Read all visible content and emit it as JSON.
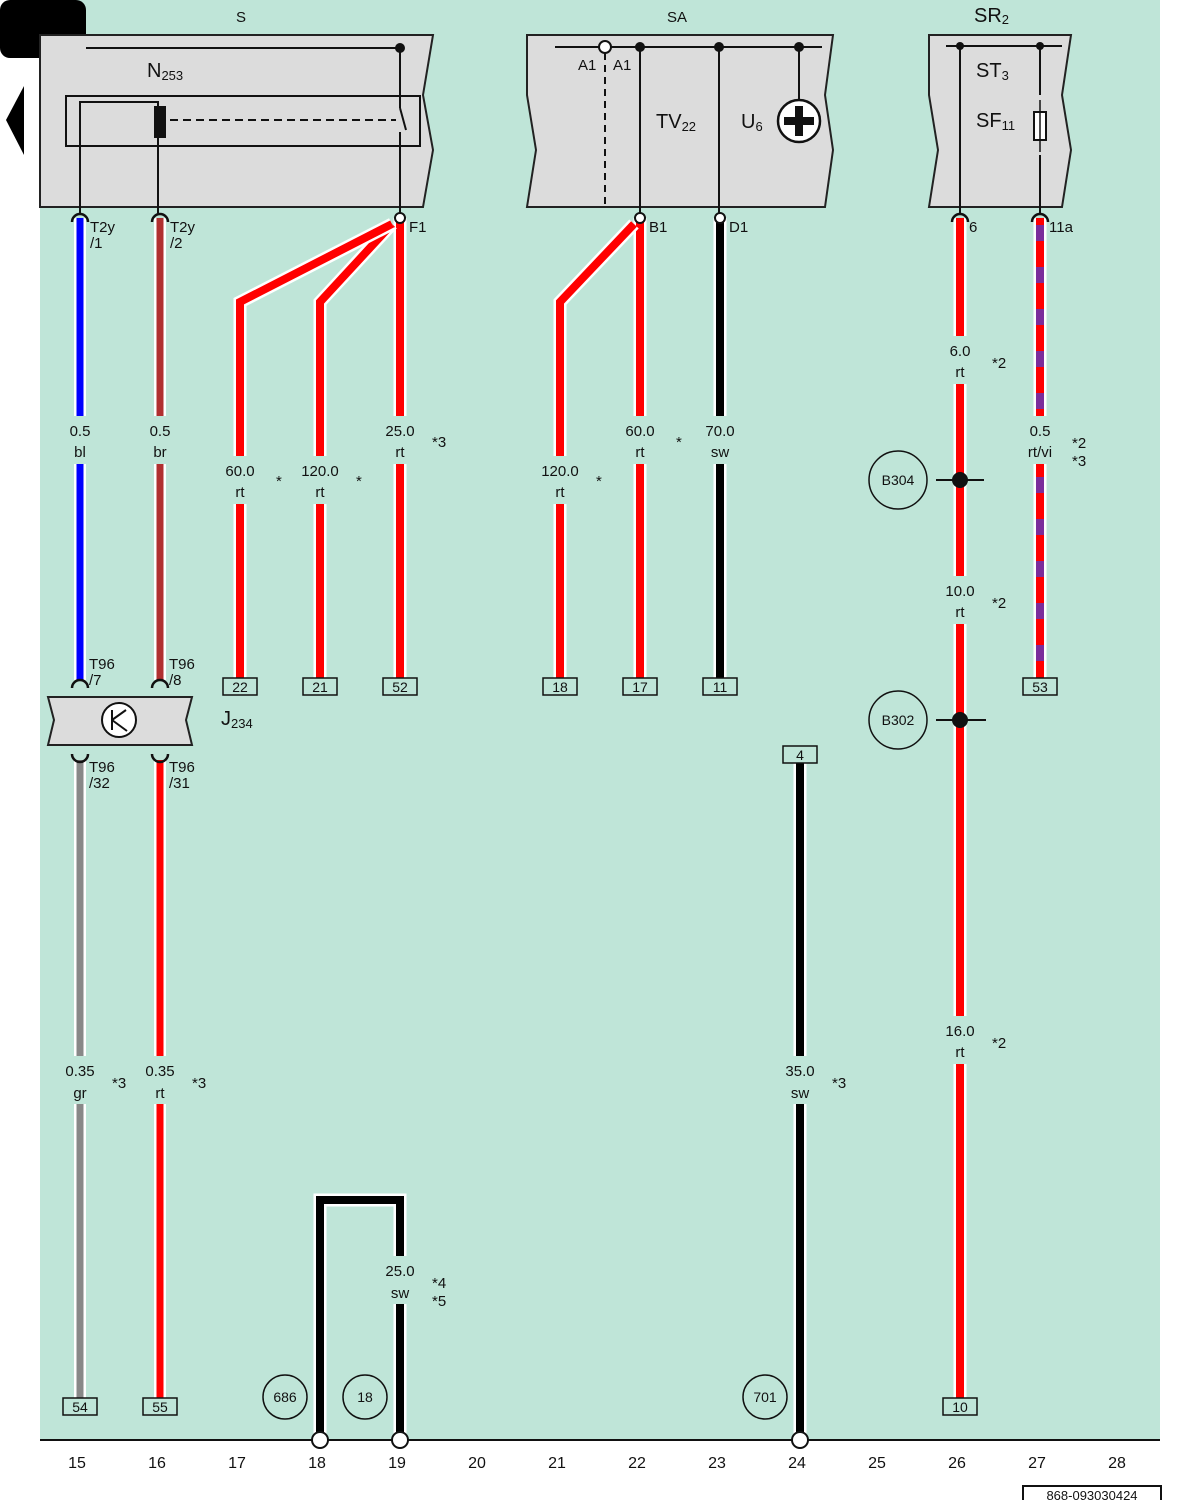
{
  "boxes": {
    "s": {
      "title": "S"
    },
    "sa": {
      "title": "SA"
    },
    "sr2": {
      "title": "SR",
      "title_sub": "2"
    }
  },
  "components": {
    "n253": {
      "main": "N",
      "sub": "253"
    },
    "tv22": {
      "main": "TV",
      "sub": "22"
    },
    "u6": {
      "main": "U",
      "sub": "6"
    },
    "st3": {
      "main": "ST",
      "sub": "3"
    },
    "sf11": {
      "main": "SF",
      "sub": "11"
    },
    "j234": {
      "main": "J",
      "sub": "234"
    },
    "a1_left": "A1",
    "a1_right": "A1"
  },
  "pins": {
    "t2y1": {
      "a": "T2y",
      "b": "/1"
    },
    "t2y2": {
      "a": "T2y",
      "b": "/2"
    },
    "f1": "F1",
    "b1": "B1",
    "d1": "D1",
    "p6": "6",
    "p11a": "11a",
    "t96_7": {
      "a": "T96",
      "b": "/7"
    },
    "t96_8": {
      "a": "T96",
      "b": "/8"
    },
    "t96_32": {
      "a": "T96",
      "b": "/32"
    },
    "t96_31": {
      "a": "T96",
      "b": "/31"
    }
  },
  "wires": {
    "w15a": {
      "size": "0.5",
      "color": "bl"
    },
    "w16a": {
      "size": "0.5",
      "color": "br"
    },
    "w17": {
      "size": "60.0",
      "color": "rt",
      "note": "*"
    },
    "w18": {
      "size": "120.0",
      "color": "rt",
      "note": "*"
    },
    "w19": {
      "size": "25.0",
      "color": "rt",
      "note": "*3"
    },
    "w21": {
      "size": "120.0",
      "color": "rt",
      "note": "*"
    },
    "w22": {
      "size": "60.0",
      "color": "rt",
      "note": "*"
    },
    "w23": {
      "size": "70.0",
      "color": "sw"
    },
    "w26a": {
      "size": "6.0",
      "color": "rt",
      "note": "*2"
    },
    "w27": {
      "size": "0.5",
      "color": "rt/vi",
      "note1": "*2",
      "note2": "*3"
    },
    "w26b": {
      "size": "10.0",
      "color": "rt",
      "note": "*2"
    },
    "w26c": {
      "size": "16.0",
      "color": "rt",
      "note": "*2"
    },
    "w15b": {
      "size": "0.35",
      "color": "gr",
      "note": "*3"
    },
    "w16b": {
      "size": "0.35",
      "color": "rt",
      "note": "*3"
    },
    "w24": {
      "size": "35.0",
      "color": "sw",
      "note": "*3"
    },
    "w19b": {
      "size": "25.0",
      "color": "sw",
      "note1": "*4",
      "note2": "*5"
    }
  },
  "terminals": {
    "t17": "22",
    "t18": "21",
    "t19": "52",
    "t21": "18",
    "t22": "17",
    "t23": "11",
    "t27": "53",
    "t24": "4",
    "t15": "54",
    "t16": "55",
    "t26": "10"
  },
  "splices": {
    "b304": "B304",
    "b302": "B302"
  },
  "refs": {
    "r686": "686",
    "r18": "18",
    "r701": "701"
  },
  "axis": [
    "15",
    "16",
    "17",
    "18",
    "19",
    "20",
    "21",
    "22",
    "23",
    "24",
    "25",
    "26",
    "27",
    "28"
  ],
  "doc_id": "868-093030424",
  "colors": {
    "background": "#bfe5d8",
    "box_fill": "#dcdcdc",
    "rt": "#ff0000",
    "bl": "#0000ff",
    "br": "#b03030",
    "sw": "#000000",
    "gr": "#888888",
    "vi": "#7b2d9b"
  }
}
